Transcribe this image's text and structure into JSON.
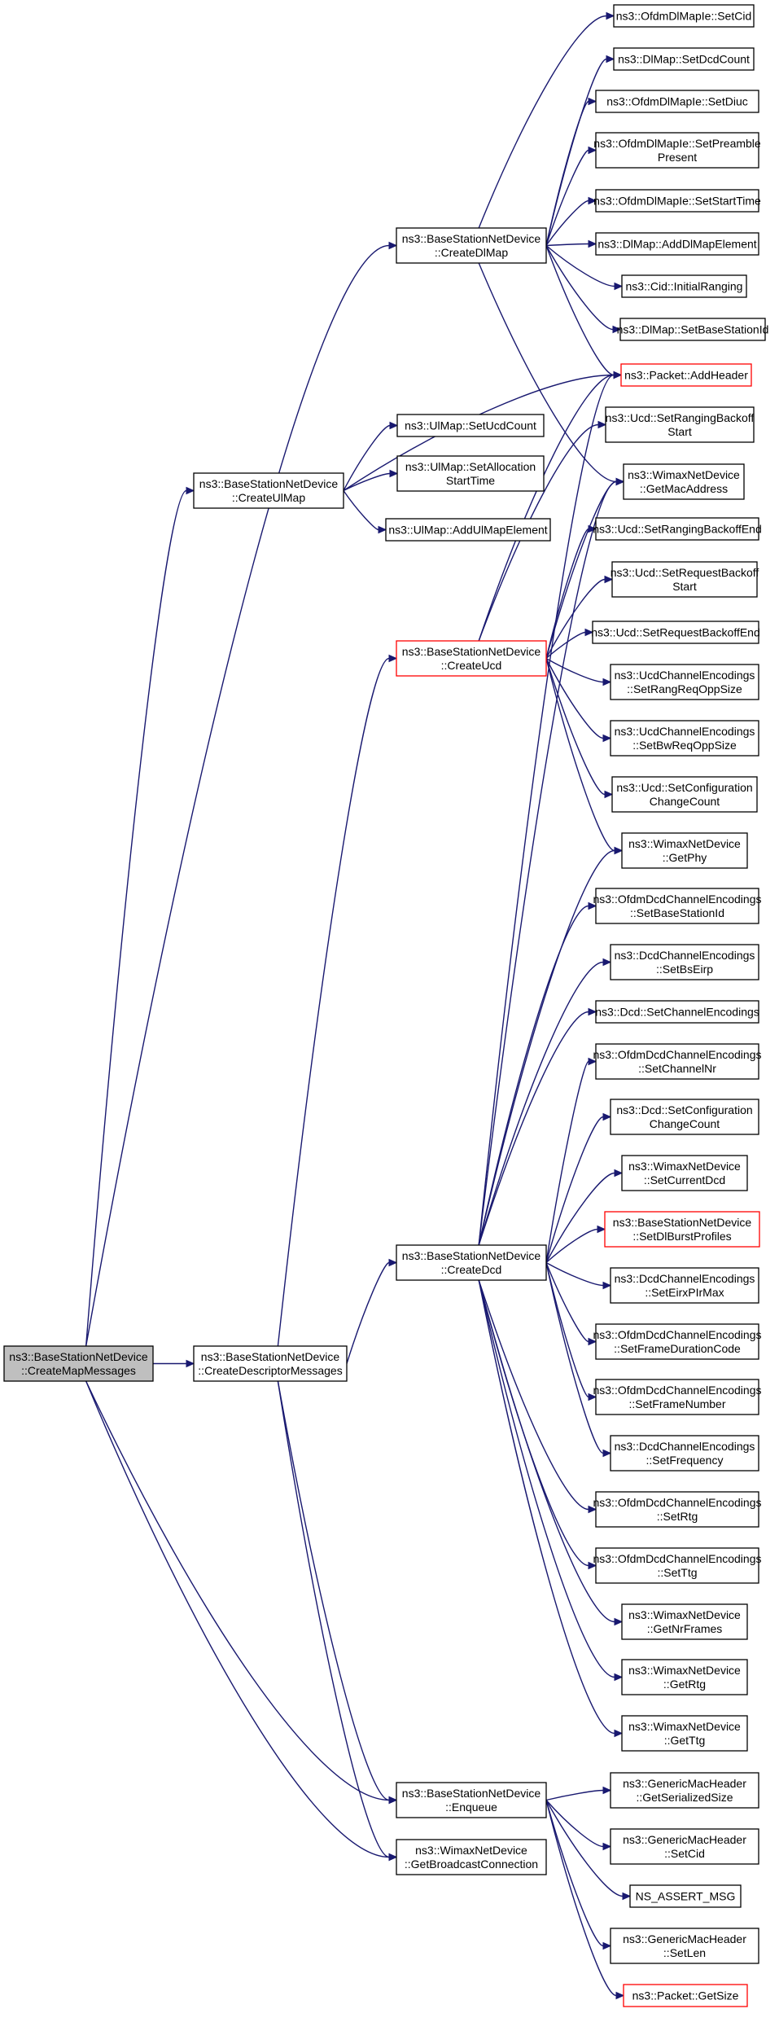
{
  "graph": {
    "edge_color": "#191970",
    "highlight_border": "#ff0000",
    "root_fill": "#bfbfbf",
    "nodes": [
      {
        "id": "root",
        "lines": [
          "ns3::BaseStationNetDevice",
          "::CreateMapMessages"
        ],
        "style": "root"
      },
      {
        "id": "cdm",
        "lines": [
          "ns3::BaseStationNetDevice",
          "::CreateDescriptorMessages"
        ]
      },
      {
        "id": "cdl",
        "lines": [
          "ns3::BaseStationNetDevice",
          "::CreateDlMap"
        ]
      },
      {
        "id": "cul",
        "lines": [
          "ns3::BaseStationNetDevice",
          "::CreateUlMap"
        ]
      },
      {
        "id": "cucd",
        "lines": [
          "ns3::BaseStationNetDevice",
          "::CreateUcd"
        ],
        "style": "red"
      },
      {
        "id": "cdcd",
        "lines": [
          "ns3::BaseStationNetDevice",
          "::CreateDcd"
        ]
      },
      {
        "id": "enq",
        "lines": [
          "ns3::BaseStationNetDevice",
          "::Enqueue"
        ]
      },
      {
        "id": "gbc",
        "lines": [
          "ns3::WimaxNetDevice",
          "::GetBroadcastConnection"
        ]
      },
      {
        "id": "dl_setcid",
        "lines": [
          "ns3::OfdmDlMapIe::SetCid"
        ]
      },
      {
        "id": "dl_setdcd",
        "lines": [
          "ns3::DlMap::SetDcdCount"
        ]
      },
      {
        "id": "dl_setdiuc",
        "lines": [
          "ns3::OfdmDlMapIe::SetDiuc"
        ]
      },
      {
        "id": "dl_setpre",
        "lines": [
          "ns3::OfdmDlMapIe::SetPreamble",
          "Present"
        ]
      },
      {
        "id": "dl_setstart",
        "lines": [
          "ns3::OfdmDlMapIe::SetStartTime"
        ]
      },
      {
        "id": "dl_addel",
        "lines": [
          "ns3::DlMap::AddDlMapElement"
        ]
      },
      {
        "id": "cid_ir",
        "lines": [
          "ns3::Cid::InitialRanging"
        ]
      },
      {
        "id": "dl_setbs",
        "lines": [
          "ns3::DlMap::SetBaseStationId"
        ]
      },
      {
        "id": "addheader",
        "lines": [
          "ns3::Packet::AddHeader"
        ],
        "style": "red"
      },
      {
        "id": "ul_setucd",
        "lines": [
          "ns3::UlMap::SetUcdCount"
        ]
      },
      {
        "id": "ul_setalloc",
        "lines": [
          "ns3::UlMap::SetAllocation",
          "StartTime"
        ]
      },
      {
        "id": "ul_addel",
        "lines": [
          "ns3::UlMap::AddUlMapElement"
        ]
      },
      {
        "id": "ucd_rbs",
        "lines": [
          "ns3::Ucd::SetRangingBackoff",
          "Start"
        ]
      },
      {
        "id": "getmac",
        "lines": [
          "ns3::WimaxNetDevice",
          "::GetMacAddress"
        ]
      },
      {
        "id": "ucd_rbe",
        "lines": [
          "ns3::Ucd::SetRangingBackoffEnd"
        ]
      },
      {
        "id": "ucd_qbs",
        "lines": [
          "ns3::Ucd::SetRequestBackoff",
          "Start"
        ]
      },
      {
        "id": "ucd_qbe",
        "lines": [
          "ns3::Ucd::SetRequestBackoffEnd"
        ]
      },
      {
        "id": "uce_rang",
        "lines": [
          "ns3::UcdChannelEncodings",
          "::SetRangReqOppSize"
        ]
      },
      {
        "id": "uce_bw",
        "lines": [
          "ns3::UcdChannelEncodings",
          "::SetBwReqOppSize"
        ]
      },
      {
        "id": "ucd_conf",
        "lines": [
          "ns3::Ucd::SetConfiguration",
          "ChangeCount"
        ]
      },
      {
        "id": "getphy",
        "lines": [
          "ns3::WimaxNetDevice",
          "::GetPhy"
        ]
      },
      {
        "id": "odce_bs",
        "lines": [
          "ns3::OfdmDcdChannelEncodings",
          "::SetBaseStationId"
        ]
      },
      {
        "id": "dce_eirp",
        "lines": [
          "ns3::DcdChannelEncodings",
          "::SetBsEirp"
        ]
      },
      {
        "id": "dcd_chan",
        "lines": [
          "ns3::Dcd::SetChannelEncodings"
        ]
      },
      {
        "id": "odce_nr",
        "lines": [
          "ns3::OfdmDcdChannelEncodings",
          "::SetChannelNr"
        ]
      },
      {
        "id": "dcd_conf",
        "lines": [
          "ns3::Dcd::SetConfiguration",
          "ChangeCount"
        ]
      },
      {
        "id": "setcurdcd",
        "lines": [
          "ns3::WimaxNetDevice",
          "::SetCurrentDcd"
        ]
      },
      {
        "id": "setdlbp",
        "lines": [
          "ns3::BaseStationNetDevice",
          "::SetDlBurstProfiles"
        ],
        "style": "red"
      },
      {
        "id": "dce_eirx",
        "lines": [
          "ns3::DcdChannelEncodings",
          "::SetEirxPIrMax"
        ]
      },
      {
        "id": "odce_fdc",
        "lines": [
          "ns3::OfdmDcdChannelEncodings",
          "::SetFrameDurationCode"
        ]
      },
      {
        "id": "odce_fn",
        "lines": [
          "ns3::OfdmDcdChannelEncodings",
          "::SetFrameNumber"
        ]
      },
      {
        "id": "dce_freq",
        "lines": [
          "ns3::DcdChannelEncodings",
          "::SetFrequency"
        ]
      },
      {
        "id": "odce_rtg",
        "lines": [
          "ns3::OfdmDcdChannelEncodings",
          "::SetRtg"
        ]
      },
      {
        "id": "odce_ttg",
        "lines": [
          "ns3::OfdmDcdChannelEncodings",
          "::SetTtg"
        ]
      },
      {
        "id": "getnrf",
        "lines": [
          "ns3::WimaxNetDevice",
          "::GetNrFrames"
        ]
      },
      {
        "id": "getrtg",
        "lines": [
          "ns3::WimaxNetDevice",
          "::GetRtg"
        ]
      },
      {
        "id": "getttg",
        "lines": [
          "ns3::WimaxNetDevice",
          "::GetTtg"
        ]
      },
      {
        "id": "gmh_ss",
        "lines": [
          "ns3::GenericMacHeader",
          "::GetSerializedSize"
        ]
      },
      {
        "id": "gmh_cid",
        "lines": [
          "ns3::GenericMacHeader",
          "::SetCid"
        ]
      },
      {
        "id": "nsassert",
        "lines": [
          "NS_ASSERT_MSG"
        ]
      },
      {
        "id": "gmh_len",
        "lines": [
          "ns3::GenericMacHeader",
          "::SetLen"
        ]
      },
      {
        "id": "getsize",
        "lines": [
          "ns3::Packet::GetSize"
        ],
        "style": "red"
      }
    ],
    "edges": [
      [
        "root",
        "cdl"
      ],
      [
        "root",
        "cul"
      ],
      [
        "root",
        "cdm"
      ],
      [
        "root",
        "enq"
      ],
      [
        "root",
        "gbc"
      ],
      [
        "cdm",
        "cucd"
      ],
      [
        "cdm",
        "cdcd"
      ],
      [
        "cdm",
        "enq"
      ],
      [
        "cdm",
        "gbc"
      ],
      [
        "cdl",
        "dl_setcid"
      ],
      [
        "cdl",
        "dl_setdcd"
      ],
      [
        "cdl",
        "dl_setdiuc"
      ],
      [
        "cdl",
        "dl_setpre"
      ],
      [
        "cdl",
        "dl_setstart"
      ],
      [
        "cdl",
        "dl_addel"
      ],
      [
        "cdl",
        "cid_ir"
      ],
      [
        "cdl",
        "dl_setbs"
      ],
      [
        "cdl",
        "addheader"
      ],
      [
        "cdl",
        "getmac"
      ],
      [
        "cul",
        "ul_setucd"
      ],
      [
        "cul",
        "ul_setalloc"
      ],
      [
        "cul",
        "addheader"
      ],
      [
        "cul",
        "ul_addel"
      ],
      [
        "cucd",
        "addheader"
      ],
      [
        "cucd",
        "ucd_rbs"
      ],
      [
        "cucd",
        "getmac"
      ],
      [
        "cucd",
        "ucd_rbe"
      ],
      [
        "cucd",
        "ucd_qbs"
      ],
      [
        "cucd",
        "ucd_qbe"
      ],
      [
        "cucd",
        "uce_rang"
      ],
      [
        "cucd",
        "uce_bw"
      ],
      [
        "cucd",
        "ucd_conf"
      ],
      [
        "cucd",
        "getphy"
      ],
      [
        "cdcd",
        "addheader"
      ],
      [
        "cdcd",
        "getmac"
      ],
      [
        "cdcd",
        "getphy"
      ],
      [
        "cdcd",
        "odce_bs"
      ],
      [
        "cdcd",
        "dce_eirp"
      ],
      [
        "cdcd",
        "dcd_chan"
      ],
      [
        "cdcd",
        "odce_nr"
      ],
      [
        "cdcd",
        "dcd_conf"
      ],
      [
        "cdcd",
        "setcurdcd"
      ],
      [
        "cdcd",
        "setdlbp"
      ],
      [
        "cdcd",
        "dce_eirx"
      ],
      [
        "cdcd",
        "odce_fdc"
      ],
      [
        "cdcd",
        "odce_fn"
      ],
      [
        "cdcd",
        "dce_freq"
      ],
      [
        "cdcd",
        "odce_rtg"
      ],
      [
        "cdcd",
        "odce_ttg"
      ],
      [
        "cdcd",
        "getnrf"
      ],
      [
        "cdcd",
        "getrtg"
      ],
      [
        "cdcd",
        "getttg"
      ],
      [
        "enq",
        "gmh_ss"
      ],
      [
        "enq",
        "gmh_cid"
      ],
      [
        "enq",
        "nsassert"
      ],
      [
        "enq",
        "gmh_len"
      ],
      [
        "enq",
        "getsize"
      ]
    ]
  }
}
